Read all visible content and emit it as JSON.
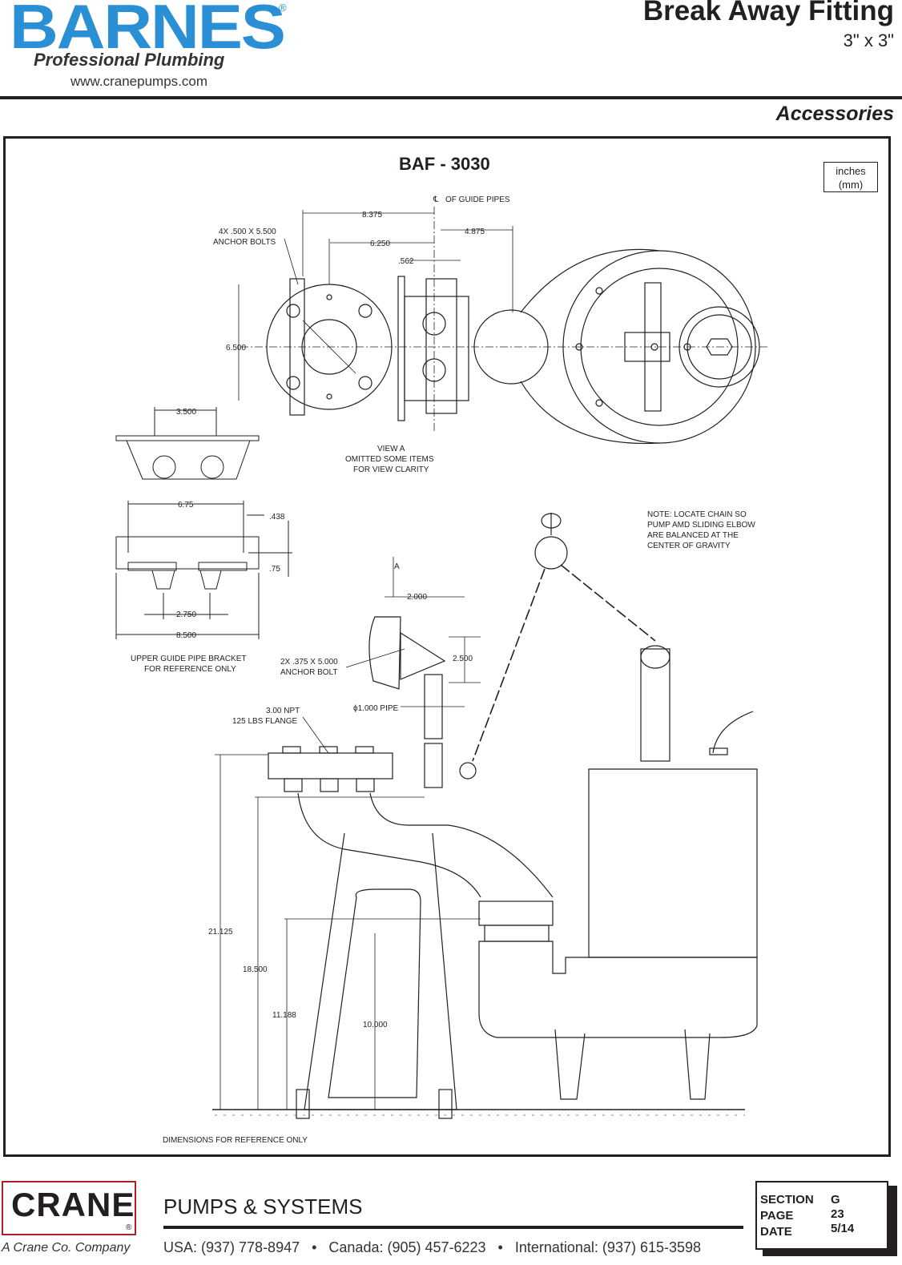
{
  "header": {
    "brand": "BARNES",
    "registered": "®",
    "tagline": "Professional Plumbing",
    "website": "www.cranepumps.com",
    "title": "Break Away Fitting",
    "subtitle": "3\" x 3\"",
    "category": "Accessories"
  },
  "drawing": {
    "model": "BAF - 3030",
    "units_line1": "inches",
    "units_line2": "(mm)",
    "labels": {
      "guide_pipes": "OF GUIDE PIPES",
      "anchor_bolts_1": "4X .500 X 5.500",
      "anchor_bolts_2": "ANCHOR BOLTS",
      "view_a_1": "VIEW A",
      "view_a_2": "OMITTED SOME ITEMS",
      "view_a_3": "FOR VIEW CLARITY",
      "bracket_1": "UPPER GUIDE PIPE BRACKET",
      "bracket_2": "FOR REFERENCE ONLY",
      "note_1": "NOTE: LOCATE CHAIN SO",
      "note_2": "PUMP AMD SLIDING ELBOW",
      "note_3": "ARE BALANCED AT THE",
      "note_4": "CENTER OF GRAVITY",
      "anchor_bolt_1": "2X .375 X 5.000",
      "anchor_bolt_2": "ANCHOR BOLT",
      "pipe": "ϕ1.000 PIPE",
      "flange_1": "3.00 NPT",
      "flange_2": "125 LBS FLANGE",
      "arrow_a": "A",
      "reference": "DIMENSIONS FOR REFERENCE ONLY"
    },
    "dimensions": {
      "d8375": "8.375",
      "d6250": "6.250",
      "d4875": "4.875",
      "d562": ".562",
      "d6500": "6.500",
      "d3500": "3.500",
      "d675": "6.75",
      "d438": ".438",
      "d75": ".75",
      "d2750": "2.750",
      "d8500": "8.500",
      "d2000": "2.000",
      "d2500": "2.500",
      "d21125": "21.125",
      "d18500": "18.500",
      "d11188": "11.188",
      "d10000": "10.000"
    }
  },
  "footer": {
    "company": "CRANE",
    "registered": "®",
    "company_sub": "A Crane Co. Company",
    "division": "PUMPS & SYSTEMS",
    "contacts": "USA: (937) 778-8947   •   Canada: (905) 457-6223   •   International: (937) 615-3598",
    "info": {
      "section_label": "SECTION",
      "section_value": "G",
      "page_label": "PAGE",
      "page_value": "23",
      "date_label": "DATE",
      "date_value": "5/14"
    }
  },
  "colors": {
    "brand_blue": "#2b8fd6",
    "crane_red": "#b11e23",
    "ink": "#231f20"
  }
}
